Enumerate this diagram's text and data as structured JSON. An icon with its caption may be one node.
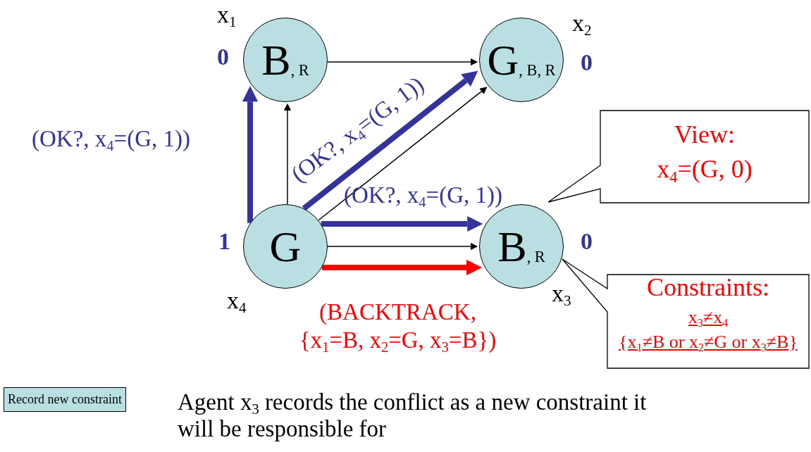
{
  "diagram": {
    "nodes": [
      {
        "text": [
          "B$_{, R}$"
        ],
        "beside": [
          "x$_{1}$",
          "0"
        ]
      },
      {
        "text": [
          "G$_{, B, R}$"
        ],
        "beside": [
          "x$_{2}$",
          "0"
        ]
      },
      {
        "text": [
          "G"
        ],
        "beside": [
          "1",
          "x$_{4}$"
        ]
      },
      {
        "text": [
          "B$_{, R}$"
        ],
        "beside": [
          "0",
          "x$_{3}$"
        ]
      },
      {
        "text": [
          "View:",
          "x$_{4}$=(G, 0)"
        ]
      },
      {
        "text": [
          "Constraints:",
          "x$_{3}$≠x$_{4}$",
          "{x$_{1}$≠B or x$_{2}$≠G or x$_{3}$≠B}"
        ]
      },
      {
        "text": [
          "Record new constraint"
        ]
      }
    ],
    "edges": [
      {
        "from": 2,
        "to": 0,
        "arrow": "to"
      },
      {
        "from": 0,
        "to": 1,
        "arrow": "to"
      },
      {
        "from": 2,
        "to": 1,
        "arrow": "to"
      },
      {
        "from": 2,
        "to": 3,
        "arrow": "to"
      },
      {
        "from": 2,
        "to": 0,
        "arrow": "to",
        "label": "(OK?, x$_{4}$=(G, 1))",
        "style": "thick",
        "color": "#333399"
      },
      {
        "from": 2,
        "to": 1,
        "arrow": "to",
        "label": "(OK?, x$_{4}$=(G, 1))",
        "style": "thick",
        "color": "#333399"
      },
      {
        "from": 2,
        "to": 3,
        "arrow": "to",
        "label": "(OK?, x$_{4}$=(G, 1))",
        "style": "thick",
        "color": "#333399"
      },
      {
        "from": 2,
        "to": 3,
        "arrow": "to",
        "label": "(BACKTRACK, {x$_{1}$=B, x$_{2}$=G, x$_{3}$=B})",
        "style": "thick",
        "color": "#ff0000"
      }
    ],
    "labels": [
      "Agent x$_{3}$ records the conflict as a new constraint it will be responsible for"
    ]
  }
}
